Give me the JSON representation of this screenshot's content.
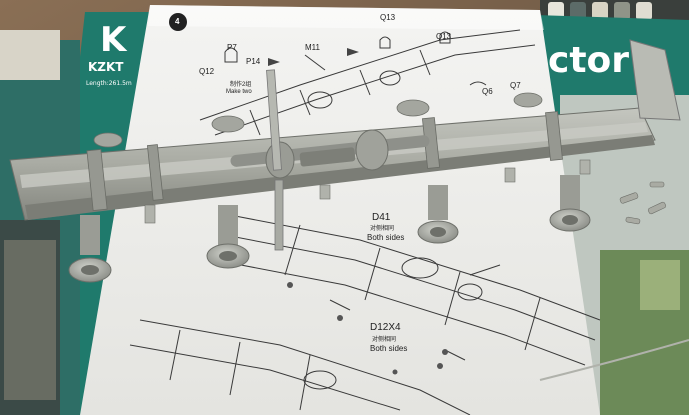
{
  "photo": {
    "subject": "Kit assembly photo",
    "colors": {
      "table": "#6b5a48",
      "box_teal": "#1f7a6c",
      "paper": "#f2f2f0",
      "plastic": "#a9aba3",
      "plastic_dark": "#7b7d76",
      "line_art": "#3a3a3a"
    }
  },
  "box_left": {
    "brand_big": "K",
    "brand_small": "KZKT",
    "subline": "Length:261.5m"
  },
  "box_right": {
    "title": "ctor"
  },
  "sheet": {
    "step_number": "4",
    "top_labels": {
      "p7": "P7",
      "p14": "P14",
      "q12": "Q12",
      "make_two_cn": "制作2组",
      "make_two_en": "Make two",
      "m11": "M11",
      "q13a": "Q13",
      "q13b": "Q13",
      "q6": "Q6",
      "q7": "Q7"
    },
    "d41": {
      "code": "D41",
      "cn": "对侧相同",
      "en": "Both sides"
    },
    "d12": {
      "code": "D12X4",
      "cn": "对侧相同",
      "en": "Both sides"
    }
  }
}
